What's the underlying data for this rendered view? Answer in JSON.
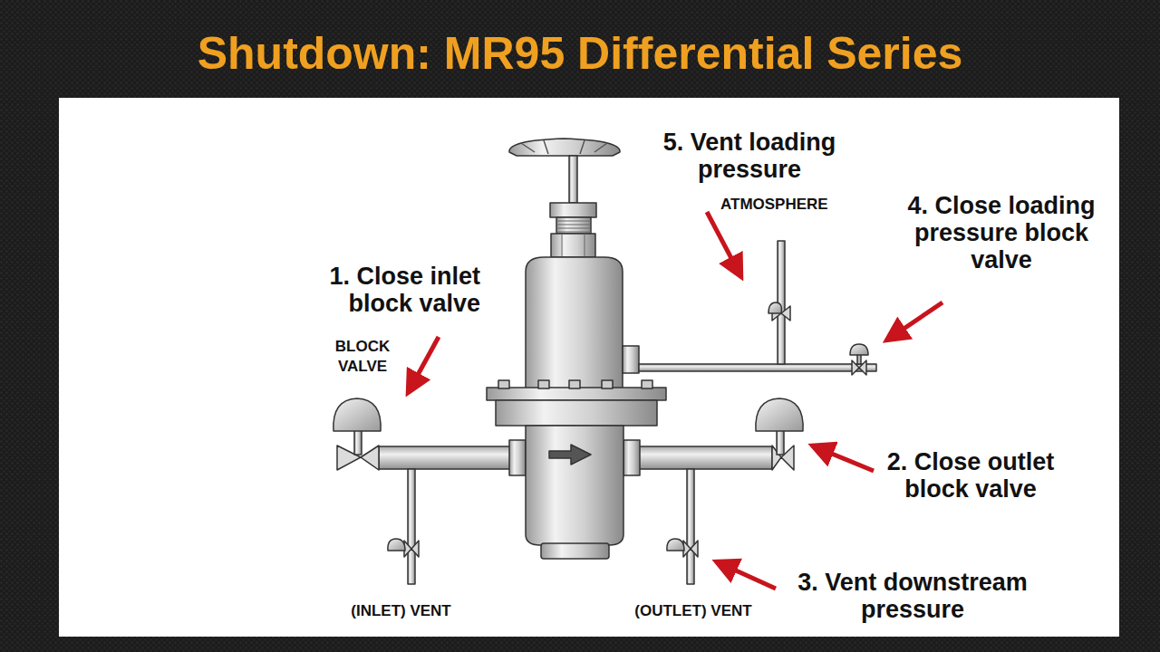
{
  "diagram": {
    "title": "Shutdown: MR95 Differential Series",
    "labels": [
      "1. Close inlet block valve",
      "BLOCK VALVE",
      "5. Vent loading pressure",
      "ATMOSPHERE",
      "4. Close loading pressure block valve",
      "2. Close outlet block valve",
      "3. Vent downstream pressure",
      "(INLET) VENT",
      "(OUTLET) VENT"
    ]
  }
}
